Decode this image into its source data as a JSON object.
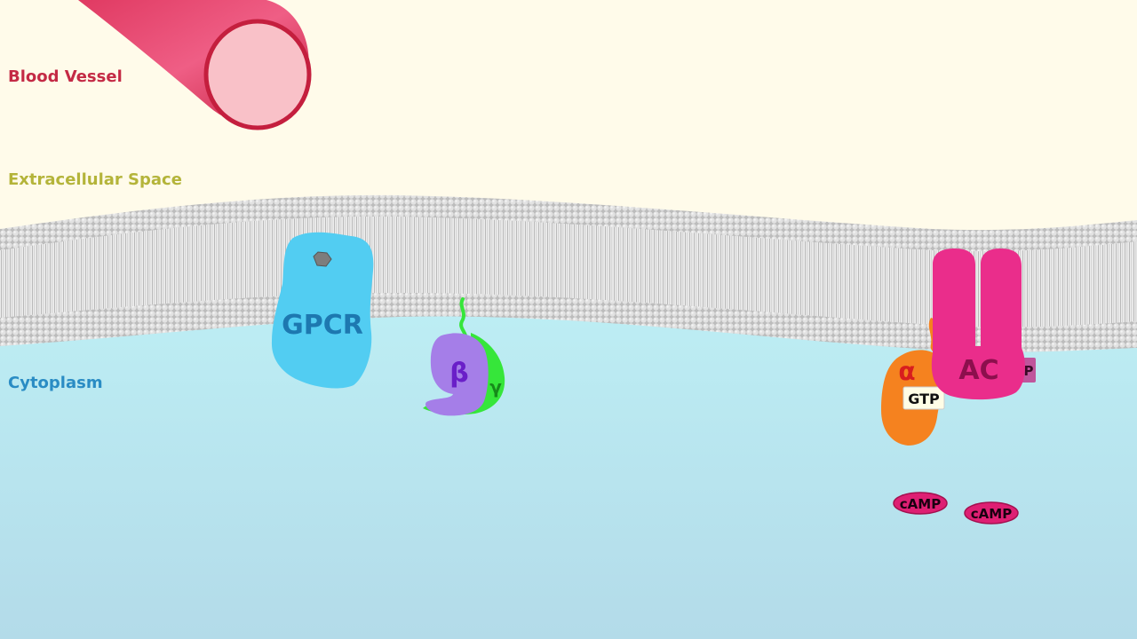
{
  "regions": {
    "blood_vessel": {
      "label": "Blood Vessel",
      "color": "#c42a45"
    },
    "extracellular": {
      "label": "Extracellular Space",
      "color": "#b4b43a"
    },
    "cytoplasm": {
      "label": "Cytoplasm",
      "color": "#2a8cc4"
    }
  },
  "molecules": {
    "gpcr": {
      "label": "GPCR",
      "color": "#52cdf2",
      "text_color": "#1d78b0"
    },
    "beta": {
      "label": "β",
      "color": "#a57ee8",
      "text_color": "#6a1fc8"
    },
    "gamma": {
      "label": "γ",
      "color": "#36e63a",
      "text_color": "#168a1a"
    },
    "alpha": {
      "label": "α",
      "color": "#f5821f",
      "text_color": "#d81e1e"
    },
    "gtp": {
      "label": "GTP"
    },
    "adenylyl_cyclase": {
      "label": "AC",
      "color": "#ea2d8b",
      "text_color": "#8c0f4d"
    },
    "atp_partial": {
      "label": "P"
    },
    "camp_1": {
      "label": "cAMP"
    },
    "camp_2": {
      "label": "cAMP"
    }
  },
  "colors": {
    "background": "#fffbea",
    "membrane": "#c8c8c8",
    "cytoplasm_top": "#bdeef4",
    "cytoplasm_bottom": "#b3dbe9",
    "vessel_outer": "#d8284a",
    "vessel_lumen": "#f9c1c8",
    "camp": "#de1f73"
  }
}
